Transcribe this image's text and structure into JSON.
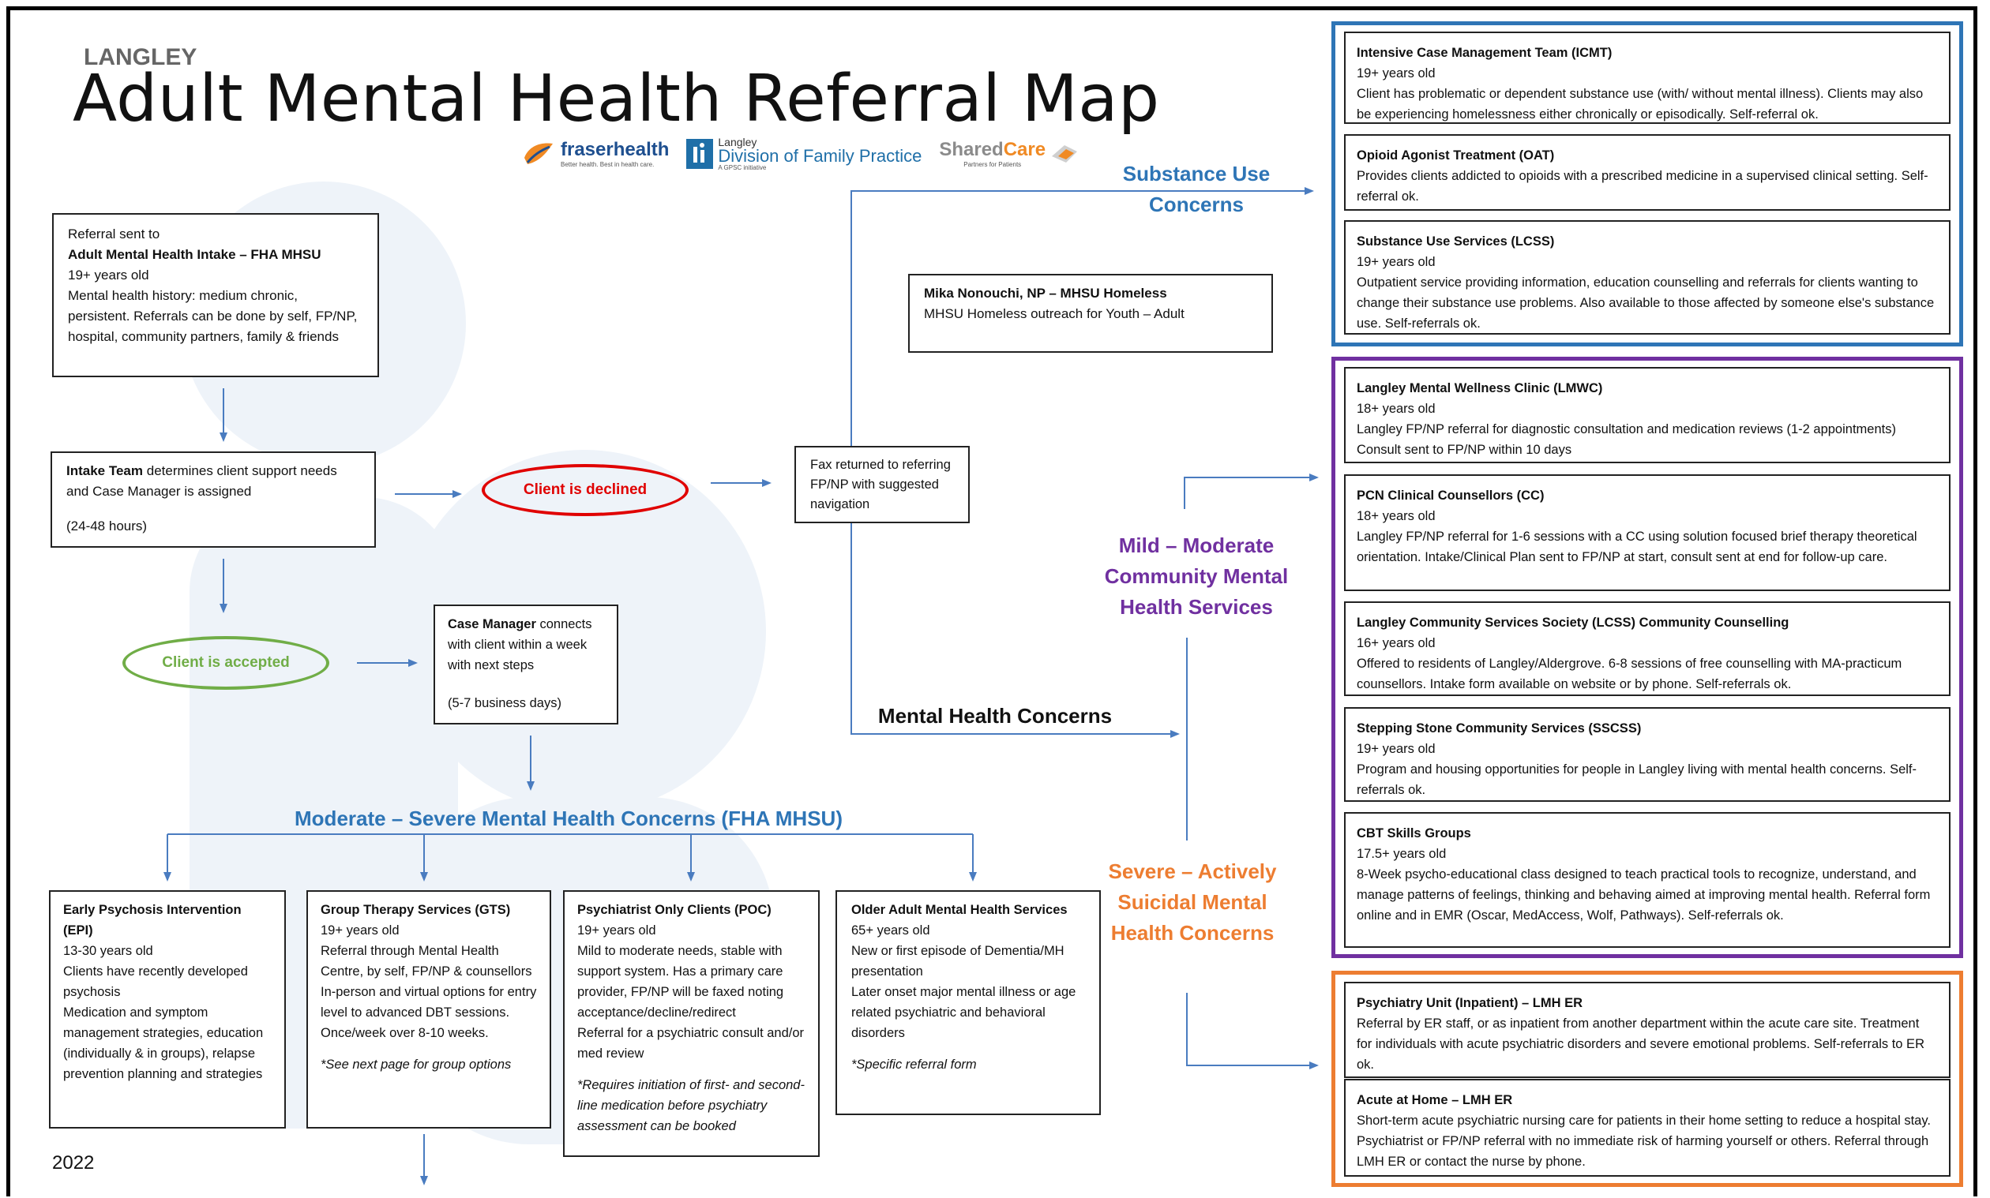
{
  "header": {
    "org": "LANGLEY",
    "title": "Adult Mental Health Referral Map",
    "logos": {
      "fraserhealth": {
        "name": "fraserhealth",
        "tagline": "Better health. Best in health care."
      },
      "division": {
        "line1": "Langley",
        "line2": "Division of Family Practice",
        "tagline": "A GPSC initiative"
      },
      "sharedcare": {
        "part1": "Shared",
        "part2": "Care",
        "tagline": "Partners for Patients"
      }
    }
  },
  "referral_box": {
    "line1": "Referral sent to",
    "title": "Adult Mental Health Intake – FHA MHSU",
    "age": "19+ years old",
    "desc": "Mental health history: medium chronic, persistent. Referrals can be done by self, FP/NP, hospital, community partners, family & friends"
  },
  "intake_box": {
    "bold": "Intake Team",
    "text": " determines client support needs and Case Manager is assigned",
    "time": "(24-48 hours)"
  },
  "client_declined": "Client is declined",
  "client_accepted": "Client is accepted",
  "fax_box": {
    "text": "Fax returned to referring FP/NP with suggested navigation"
  },
  "case_manager_box": {
    "bold": "Case Manager",
    "text": " connects with client within a week with next steps",
    "time": "(5-7 business days)"
  },
  "mika_box": {
    "title": "Mika Nonouchi, NP – MHSU Homeless",
    "text": "MHSU Homeless outreach for Youth – Adult"
  },
  "headings": {
    "substance": "Substance Use Concerns",
    "mental_health": "Mental Health Concerns",
    "mild_moderate": "Mild – Moderate Community Mental Health Services",
    "severe": "Severe – Actively Suicidal Mental Health Concerns",
    "moderate_severe": "Moderate – Severe Mental Health Concerns (FHA MHSU)"
  },
  "bottom_boxes": [
    {
      "title": "Early Psychosis Intervention (EPI)",
      "age": "13-30 years old",
      "desc": "Clients have recently developed psychosis\nMedication and symptom management strategies, education (individually & in groups), relapse prevention planning and strategies",
      "note": ""
    },
    {
      "title": "Group Therapy Services (GTS)",
      "age": "19+ years old",
      "desc": "Referral through Mental Health Centre, by self, FP/NP & counsellors\nIn-person and virtual options for entry level to advanced DBT sessions. Once/week over 8-10 weeks.",
      "note": "*See next page for group options"
    },
    {
      "title": "Psychiatrist Only Clients (POC)",
      "age": "19+ years old",
      "desc": "Mild to moderate needs, stable with support system. Has a primary care provider, FP/NP will be faxed noting acceptance/decline/redirect\nReferral for a psychiatric consult and/or med review",
      "note": "*Requires initiation of first- and second-line medication before psychiatry assessment can be booked"
    },
    {
      "title": "Older Adult Mental Health Services",
      "age": "65+ years old",
      "desc": "New or first episode of Dementia/MH presentation\nLater onset major mental illness or age related psychiatric and behavioral disorders",
      "note": "*Specific referral form"
    }
  ],
  "substance_services": [
    {
      "title": "Intensive Case Management Team (ICMT)",
      "age": "19+ years old",
      "desc": "Client has problematic or dependent substance use (with/ without mental illness). Clients may also be experiencing homelessness either chronically or episodically. Self-referral ok."
    },
    {
      "title": "Opioid Agonist Treatment (OAT)",
      "age": "",
      "desc": "Provides clients addicted to opioids with a prescribed medicine in a supervised clinical setting. Self-referral ok."
    },
    {
      "title": "Substance Use Services (LCSS)",
      "age": "19+ years old",
      "desc": "Outpatient service providing information, education counselling and referrals for clients wanting to change their substance use problems. Also available to those affected by someone else's substance use. Self-referrals ok."
    }
  ],
  "mild_services": [
    {
      "title": "Langley Mental Wellness Clinic (LMWC)",
      "age": "18+ years old",
      "desc": "Langley FP/NP referral for diagnostic consultation and medication reviews (1-2 appointments) Consult sent to FP/NP within 10 days"
    },
    {
      "title": "PCN Clinical Counsellors (CC)",
      "age": "18+ years old",
      "desc": "Langley FP/NP referral for 1-6 sessions with a CC using solution focused brief therapy theoretical orientation. Intake/Clinical Plan sent to FP/NP at start, consult sent at end for follow-up care."
    },
    {
      "title": "Langley Community Services Society (LCSS) Community Counselling",
      "age": "16+ years old",
      "desc": "Offered to residents of Langley/Aldergrove. 6-8 sessions of free counselling with MA-practicum counsellors. Intake form available on website or by phone. Self-referrals ok."
    },
    {
      "title": "Stepping Stone Community Services (SSCSS)",
      "age": "19+ years old",
      "desc": "Program and housing opportunities for people in Langley living with mental health concerns. Self-referrals ok."
    },
    {
      "title": "CBT Skills Groups",
      "age": "17.5+ years old",
      "desc": "8-Week psycho-educational class designed to teach practical tools to recognize, understand, and manage patterns of feelings, thinking and behaving aimed at improving mental health. Referral form online and in EMR (Oscar, MedAccess, Wolf, Pathways). Self-referrals ok."
    }
  ],
  "severe_services": [
    {
      "title": "Psychiatry Unit (Inpatient) – LMH ER",
      "age": "",
      "desc": "Referral by ER staff, or as inpatient from another department within the acute care site. Treatment for individuals with acute psychiatric disorders and severe emotional problems. Self-referrals to ER ok."
    },
    {
      "title": "Acute at Home – LMH ER",
      "age": "",
      "desc": "Short-term acute psychiatric nursing care for patients in their home setting to reduce a hospital stay. Psychiatrist or FP/NP referral with no immediate risk of harming yourself or others. Referral through LMH ER or contact the nurse by phone."
    }
  ],
  "year": "2022",
  "colors": {
    "blue": "#2e75b6",
    "purple": "#7030a0",
    "orange": "#ed7d31",
    "red": "#e00000",
    "green": "#70ad47"
  }
}
